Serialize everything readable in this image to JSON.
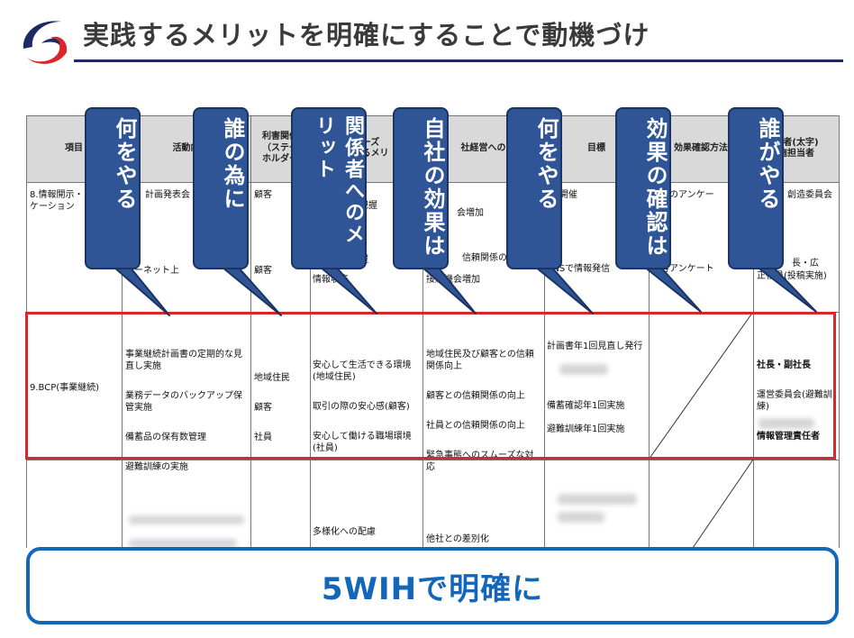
{
  "header": {
    "title": "実践するメリットを明確にすることで動機づけ"
  },
  "table": {
    "headers": [
      "項目",
      "活動内",
      "利害関係\n（ステー\nホルダー",
      "ニーズ\n受けるメリ",
      "社経営への",
      "目標",
      "効果確認方法",
      "任者(太字)\n施担当者"
    ],
    "row8": {
      "item": "8.情報開示・\nケーション",
      "activity": [
        "計画発表会",
        "ターネット上"
      ],
      "stakeholder": [
        "顧客",
        "顧客"
      ],
      "needs": [
        "態の把握",
        "の把握",
        "情報収集"
      ],
      "management": [
        "会増加",
        "信頼関係の",
        "接触機会増加"
      ],
      "goal": [
        "開催",
        "SNSで情報発信"
      ],
      "check": [
        "会後のアンケー",
        "顧客アンケート"
      ],
      "owner": [
        "創造委員会",
        "長・広",
        "正社員(投稿実施)"
      ]
    },
    "row9": {
      "item": "9.BCP(事業継続)",
      "activity": [
        "事業継続計画書の定期的な見直し実施",
        "業務データのバックアップ保管実施",
        "備蓄品の保有数管理",
        "避難訓練の実施"
      ],
      "stakeholder": [
        "地域住民",
        "顧客",
        "社員"
      ],
      "needs": [
        "安心して生活できる環境(地域住民)",
        "取引の際の安心感(顧客)",
        "安心して働ける職場環境(社員)"
      ],
      "management": [
        "地域住民及び顧客との信頼関係向上",
        "顧客との信頼関係の向上",
        "社員との信頼関係の向上",
        "緊急事態へのスムーズな対応"
      ],
      "goal": [
        "計画書年1回見直し発行",
        "備蓄確認年1回実施",
        "避難訓練年1回実施"
      ],
      "owner": [
        "社長・副社長",
        "運営委員会(避難訓練)",
        "情報管理責任者"
      ]
    },
    "row10": {
      "needs": [
        "多様化への配慮"
      ],
      "management": [
        "他社との差別化"
      ]
    }
  },
  "callouts": [
    "何をやる",
    "誰の為に",
    "関係者へのメリット",
    "自社の効果は",
    "何をやる",
    "効果の確認は",
    "誰がやる"
  ],
  "banner": {
    "text": "5WIHで明確に"
  },
  "colors": {
    "callout_fill": "#2f5597",
    "red_highlight": "#d9262b",
    "banner_blue": "#1466b8",
    "title_rule": "#1f2a64"
  }
}
